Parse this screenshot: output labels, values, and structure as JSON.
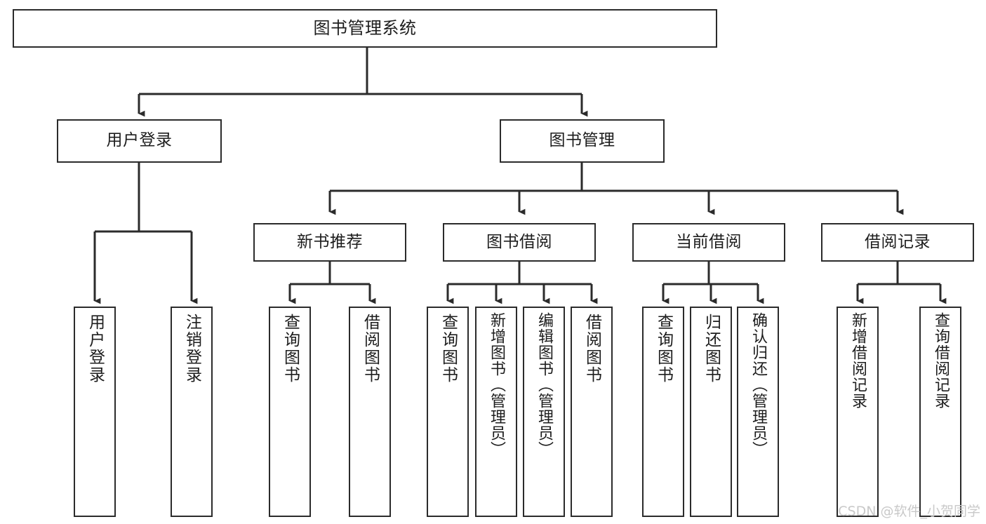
{
  "diagram": {
    "type": "tree-hierarchy-chart",
    "title": "图书管理系统",
    "colors": {
      "box_border": "#2b2b2b",
      "box_fill": "#ffffff",
      "connector": "#2b2b2b",
      "text": "#1d1d1d",
      "watermark": "#c9c9c9",
      "background": "#ffffff"
    },
    "root": {
      "label": "图书管理系统"
    },
    "level2": [
      {
        "label": "用户登录"
      },
      {
        "label": "图书管理"
      }
    ],
    "level3": [
      {
        "label": "新书推荐"
      },
      {
        "label": "图书借阅"
      },
      {
        "label": "当前借阅"
      },
      {
        "label": "借阅记录"
      }
    ],
    "leaves": {
      "user_login": [
        {
          "label": "用户登录"
        },
        {
          "label": "注销登录"
        }
      ],
      "new_book_recommend": [
        {
          "label": "查询图书"
        },
        {
          "label": "借阅图书"
        }
      ],
      "book_borrow": [
        {
          "label": "查询图书"
        },
        {
          "label": "新增图书（管理员）"
        },
        {
          "label": "编辑图书（管理员）"
        },
        {
          "label": "借阅图书"
        }
      ],
      "current_borrow": [
        {
          "label": "查询图书"
        },
        {
          "label": "归还图书"
        },
        {
          "label": "确认归还（管理员）"
        }
      ],
      "borrow_record": [
        {
          "label": "新增借阅记录"
        },
        {
          "label": "查询借阅记录"
        }
      ]
    }
  },
  "watermark": {
    "text": "CSDN @软件_小贺同学"
  }
}
